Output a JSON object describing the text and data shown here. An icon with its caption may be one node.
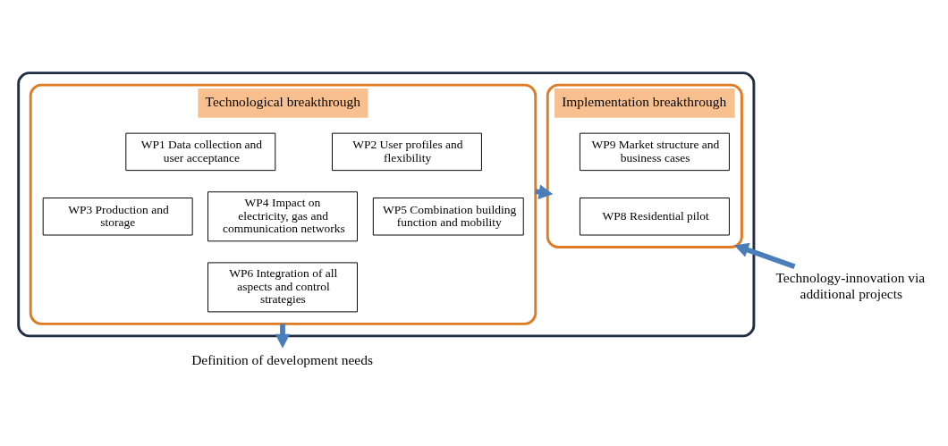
{
  "diagram": {
    "nodes": [
      {
        "text": [],
        "shape": "box"
      },
      {
        "text": [
          "Technological breakthrough"
        ],
        "in": 0
      },
      {
        "text": [
          "WP1 Data collection and user acceptance"
        ],
        "in": 1
      },
      {
        "text": [
          "WP2 User profiles and flexibility"
        ],
        "in": 1
      },
      {
        "text": [
          "WP3 Production and storage"
        ],
        "in": 1
      },
      {
        "text": [
          "WP4 Impact on electricity, gas and communication networks"
        ],
        "in": 1
      },
      {
        "text": [
          "WP5 Combination building function and mobility"
        ],
        "in": 1
      },
      {
        "text": [
          "WP6 Integration of all aspects and control strategies"
        ],
        "in": 1
      },
      {
        "text": [
          "Implementation breakthrough"
        ],
        "in": 0
      },
      {
        "text": [
          "WP9 Market structure and business cases"
        ],
        "in": 8
      },
      {
        "text": [
          "WP8 Residential pilot"
        ],
        "in": 8
      },
      {
        "text": [
          "Definition of development needs"
        ]
      }
    ],
    "edges": [
      {
        "from": 1,
        "to": 8,
        "arrow": "to"
      },
      {
        "from": 1,
        "to": 11,
        "arrow": "to"
      },
      {
        "from": null,
        "to": 8,
        "arrow": "to",
        "label": "Technology-innovation via additional projects"
      }
    ]
  }
}
